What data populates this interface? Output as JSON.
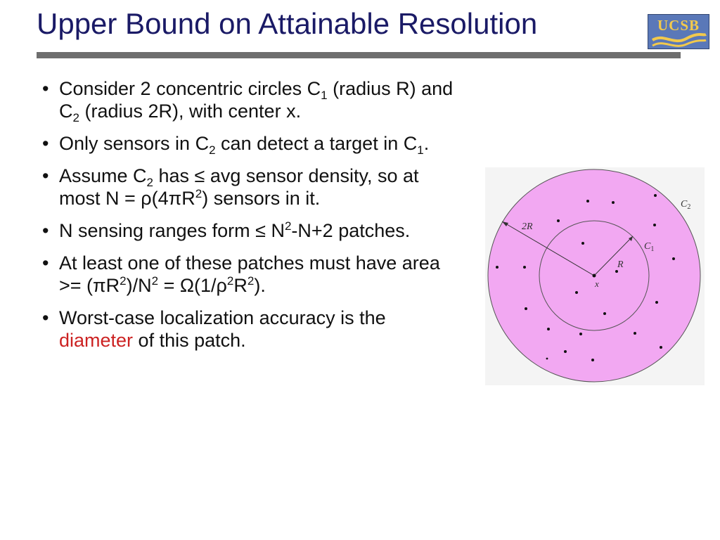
{
  "slide": {
    "title": "Upper Bound on Attainable Resolution",
    "logo_text": "UCSB"
  },
  "bullets": [
    {
      "parts": [
        {
          "t": "Consider 2 concentric circles C"
        },
        {
          "t": "1",
          "sub": true
        },
        {
          "t": " (radius R) and C"
        },
        {
          "t": "2",
          "sub": true
        },
        {
          "t": " (radius 2R), with center x."
        }
      ]
    },
    {
      "parts": [
        {
          "t": "Only sensors in C"
        },
        {
          "t": "2",
          "sub": true
        },
        {
          "t": " can detect a target in C"
        },
        {
          "t": "1",
          "sub": true
        },
        {
          "t": "."
        }
      ]
    },
    {
      "parts": [
        {
          "t": "Assume C"
        },
        {
          "t": "2",
          "sub": true
        },
        {
          "t": " has ≤ avg sensor density, so at most N = ρ(4πR"
        },
        {
          "t": "2",
          "sup": true
        },
        {
          "t": ") sensors in it."
        }
      ]
    },
    {
      "parts": [
        {
          "t": "N sensing ranges form ≤ N"
        },
        {
          "t": "2",
          "sup": true
        },
        {
          "t": "-N+2 patches."
        }
      ]
    },
    {
      "parts": [
        {
          "t": "At least one of these patches must have area >= (πR"
        },
        {
          "t": "2",
          "sup": true
        },
        {
          "t": ")/N"
        },
        {
          "t": "2",
          "sup": true
        },
        {
          "t": " = Ω(1/ρ"
        },
        {
          "t": "2",
          "sup": true
        },
        {
          "t": "R"
        },
        {
          "t": "2",
          "sup": true
        },
        {
          "t": ")."
        }
      ]
    },
    {
      "parts": [
        {
          "t": "Worst-case localization accuracy is the "
        },
        {
          "t": "diameter",
          "red": true
        },
        {
          "t": " of this patch."
        }
      ]
    }
  ],
  "diagram": {
    "outer_circle_label": "C",
    "outer_circle_label_sub": "2",
    "inner_circle_label": "C",
    "inner_circle_label_sub": "1",
    "outer_radius_label": "2R",
    "inner_radius_label": "R",
    "center_label": "x",
    "colors": {
      "outer_fill": "#f2a8f2",
      "stroke": "#555555",
      "dot": "#111111"
    }
  },
  "colors": {
    "title": "#1a1a66",
    "title_rule": "#6e6e6e",
    "highlight": "#cc2222",
    "logo_bg": "#5a78b8",
    "logo_text": "#f2c94c"
  }
}
